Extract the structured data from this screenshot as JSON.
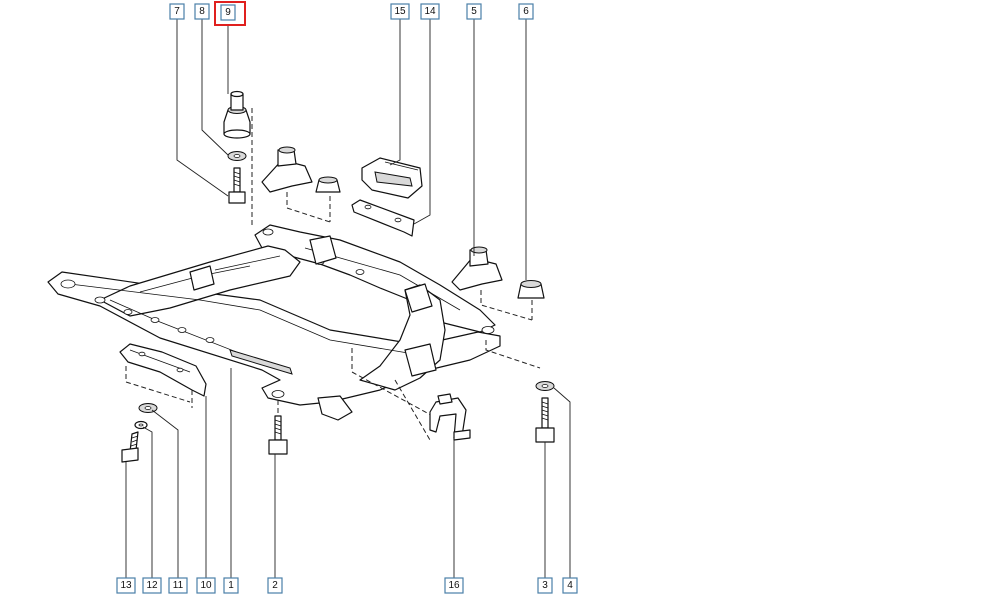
{
  "callouts": [
    {
      "id": "7",
      "label": "7"
    },
    {
      "id": "8",
      "label": "8"
    },
    {
      "id": "9",
      "label": "9",
      "highlighted": true
    },
    {
      "id": "15",
      "label": "15"
    },
    {
      "id": "14",
      "label": "14"
    },
    {
      "id": "5",
      "label": "5"
    },
    {
      "id": "6",
      "label": "6"
    },
    {
      "id": "13",
      "label": "13"
    },
    {
      "id": "12",
      "label": "12"
    },
    {
      "id": "11",
      "label": "11"
    },
    {
      "id": "10",
      "label": "10"
    },
    {
      "id": "1",
      "label": "1"
    },
    {
      "id": "2",
      "label": "2"
    },
    {
      "id": "16",
      "label": "16"
    },
    {
      "id": "3",
      "label": "3"
    },
    {
      "id": "4",
      "label": "4"
    }
  ],
  "colors": {
    "callout_border": "#4a7fa8",
    "highlight": "#e0201e",
    "line": "#111111"
  }
}
